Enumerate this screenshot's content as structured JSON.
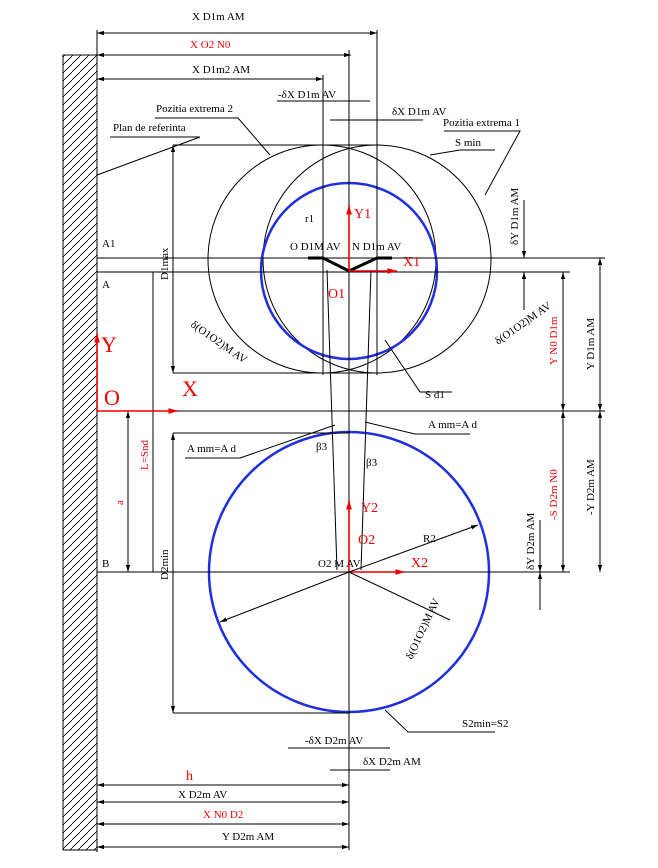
{
  "top_dims": {
    "x_d1m_am": "X D1m AM",
    "x_o2_nom": "X O2 N0",
    "x_d1m2_am": "X D1m2 AM",
    "neg_dx_d1m": "-δX D1m AV",
    "dx_d1m": "δX D1m AV"
  },
  "labels": {
    "poz2": "Pozitia extrema 2",
    "poz1": "Pozitia extrema 1",
    "plan": "Plan de referinta",
    "s_min": "S min",
    "d1max": "D1max",
    "a1": "A1",
    "a": "A",
    "b": "B",
    "o2m": "O D1M AV",
    "n": "N D1m AV",
    "o1m": "O D1m AV",
    "dy_d1m": "δY D1m AM",
    "d_o1_left": "δ(O1O2)M AV",
    "d_o1_right": "δ(O1O2)M AV",
    "s_d1": "S d1",
    "r1": "r1",
    "a_mm": "A mm=A d",
    "a_mm2": "A mm=A d",
    "beta1": "β3",
    "beta2": "β3",
    "d2min": "D2min",
    "o2_label": "O2 M AV",
    "r2": "R2",
    "d_o2": "δ(O1O2)M AV",
    "s2": "S2min=S2",
    "neg_dx2": "-δX D2m AV",
    "dx2": "δX D2m AM",
    "dy2": "δY D2m AM",
    "y2": "-Y D2m AM",
    "s_red": "-S D2m N0",
    "y_red": "Y N0 D1m",
    "y_am": "Y D1m AM"
  },
  "axes": {
    "Y": "Y",
    "X": "X",
    "O": "O",
    "Y1": "Y1",
    "X1": "X1",
    "O1": "O1",
    "Y2": "Y2",
    "X2": "X2",
    "O2": "O2",
    "L": "L=Snd",
    "a": "a"
  },
  "bottom_dims": {
    "h": "h",
    "x_d2": "X D2m AV",
    "x_red": "X N0 D2",
    "x_am": "Y D2m AM"
  }
}
